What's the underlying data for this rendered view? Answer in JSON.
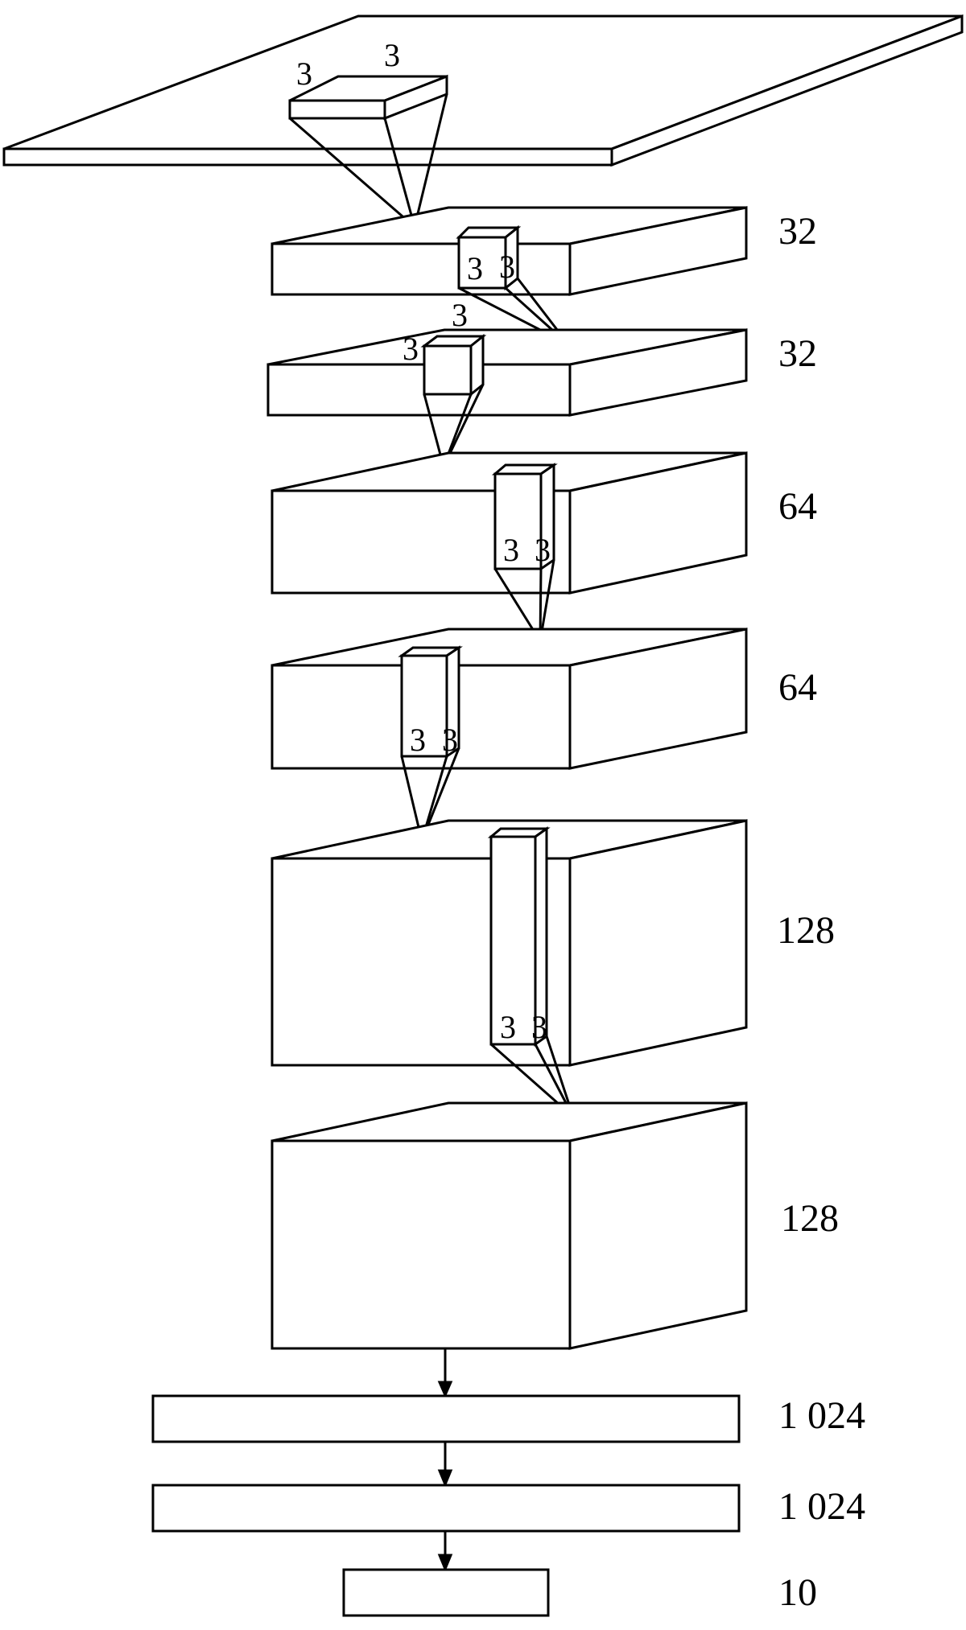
{
  "input_kernel": {
    "width_label": "3",
    "height_label": "3"
  },
  "conv_layers": [
    {
      "channels": "32",
      "kernel": [
        "3",
        "3"
      ]
    },
    {
      "channels": "32",
      "kernel": [
        "3",
        "3"
      ]
    },
    {
      "channels": "64",
      "kernel": [
        "3",
        "3"
      ]
    },
    {
      "channels": "64",
      "kernel": [
        "3",
        "3"
      ]
    },
    {
      "channels": "128",
      "kernel": [
        "3",
        "3"
      ]
    },
    {
      "channels": "128"
    }
  ],
  "dense_layers": [
    {
      "units": "1 024"
    },
    {
      "units": "1 024"
    },
    {
      "units": "10"
    }
  ]
}
